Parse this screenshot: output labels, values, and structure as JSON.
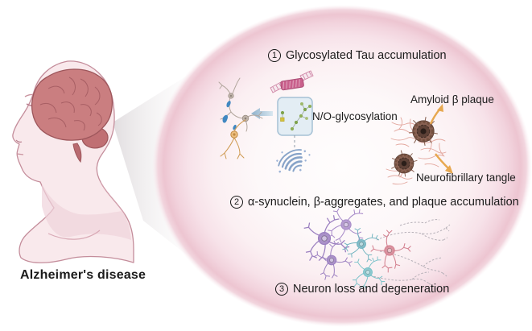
{
  "figure": {
    "title": "Alzheimer's disease",
    "steps": [
      {
        "num": "1",
        "label": "Glycosylated Tau accumulation"
      },
      {
        "num": "2",
        "label": "α-synuclein, β-aggregates, and plaque accumulation"
      },
      {
        "num": "3",
        "label": "Neuron loss and degeneration"
      }
    ],
    "annotations": {
      "glycosylation": "N/O-glycosylation",
      "amyloid_plaque": "Amyloid β plaque",
      "neurofibrillary_tangle": "Neurofibrillary tangle"
    },
    "icons": {
      "head": "human-head-with-brain-icon",
      "magnifier": "magnified-circle-inset",
      "cone": "zoom-cone",
      "tau_ribbon": "tau-protein-ribbon-icon",
      "glyco_box": "glycan-box-icon",
      "golgi": "golgi-apparatus-icon",
      "tau_neuron": "tau-tangle-neuron-icon",
      "left_arrow": "left-arrow-icon",
      "plaque": "amyloid-plaque-icon",
      "fibers": "tangle-fibers-icon",
      "up_arrow": "arrow-up-right-icon",
      "down_arrow": "arrow-down-right-icon",
      "neurons": "neuron-cluster-icon"
    },
    "colors": {
      "background": "#ffffff",
      "circle_edge_pink": "#eec7d3",
      "skin": "#f9e9ec",
      "skin_outline": "#c48d9b",
      "brain": "#ca7e80",
      "brain_outline": "#9d565b",
      "text": "#1b1b1b",
      "box_fill": "#e3edf4",
      "box_border": "#a6c1d5",
      "golgi_blue": "#87a3c8",
      "arrow_blue": "#9dbdd4",
      "arrow_orange": "#e7a850",
      "tau_pink": "#c9608c",
      "plaque_brown": "#6d4b40",
      "fiber_pink": "#e3a79e",
      "neuron_purple": "#9b7fc0",
      "neuron_teal": "#6fb3bf",
      "neuron_pink": "#d3808f"
    }
  }
}
